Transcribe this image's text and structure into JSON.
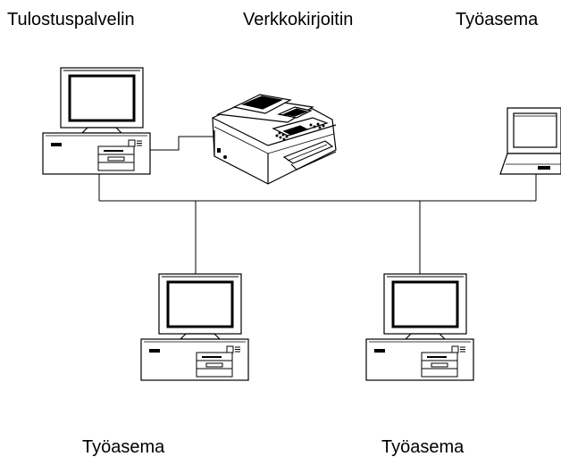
{
  "labels": {
    "print_server": "Tulostuspalvelin",
    "network_printer": "Verkkokirjoitin",
    "workstation_top": "Työasema",
    "workstation_left": "Työasema",
    "workstation_right": "Työasema"
  },
  "icons": {
    "print_server": "desktop-computer-icon",
    "network_printer": "multifunction-printer-icon",
    "workstation_top": "laptop-computer-icon",
    "workstation_left": "desktop-computer-icon",
    "workstation_right": "desktop-computer-icon"
  },
  "colors": {
    "line": "#000000",
    "background": "#ffffff"
  }
}
